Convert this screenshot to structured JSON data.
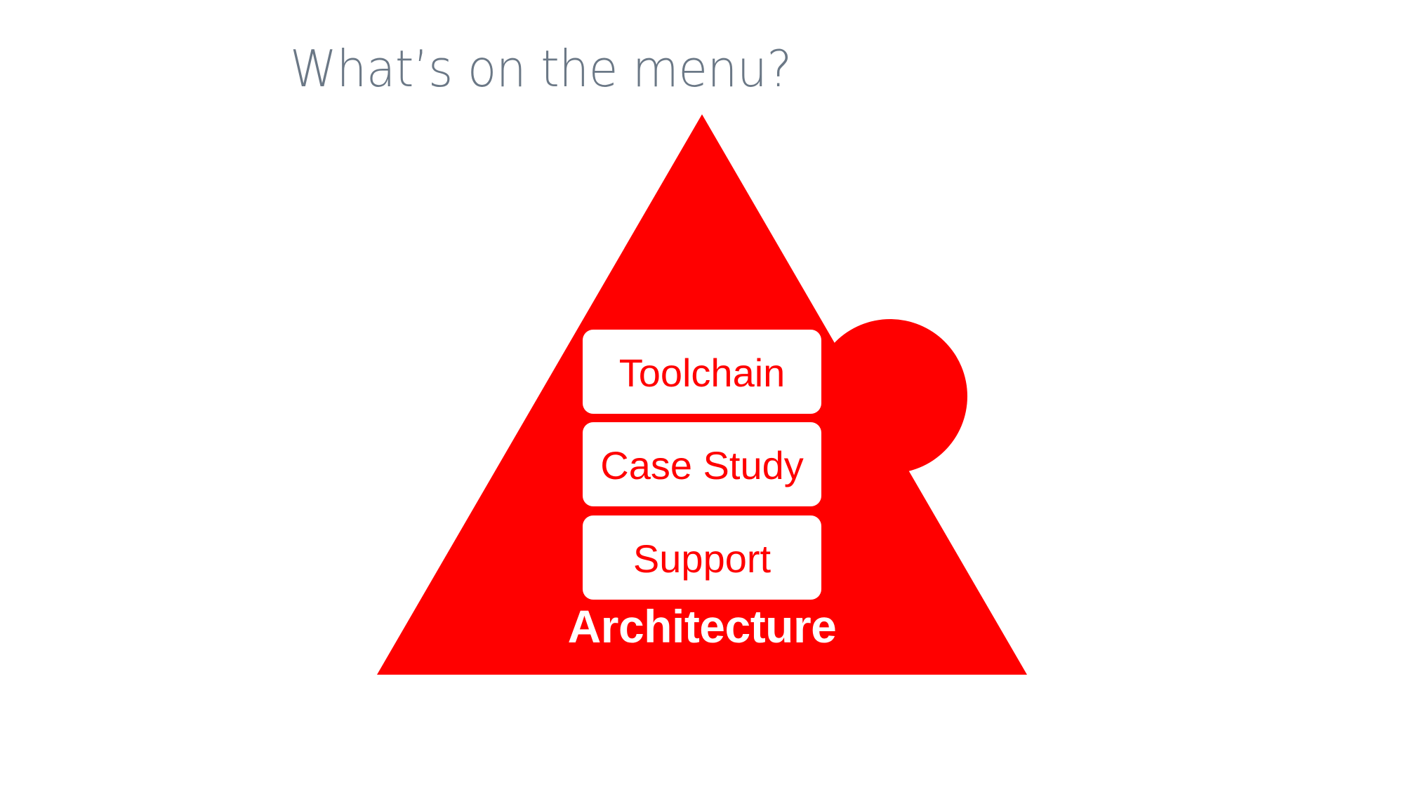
{
  "slide": {
    "title": "What’s on the menu?",
    "background_color": "#ffffff",
    "title_color": "#6b7886"
  },
  "diagram": {
    "shape": "pyramid-with-circle",
    "fill_color": "#ff0000",
    "layers": [
      {
        "label": "Toolchain",
        "text_color": "#ff0000",
        "box_color": "#ffffff"
      },
      {
        "label": "Case Study",
        "text_color": "#ff0000",
        "box_color": "#ffffff"
      },
      {
        "label": "Support",
        "text_color": "#ff0000",
        "box_color": "#ffffff"
      }
    ],
    "base": {
      "label": "Architecture",
      "text_color": "#ffffff"
    }
  }
}
